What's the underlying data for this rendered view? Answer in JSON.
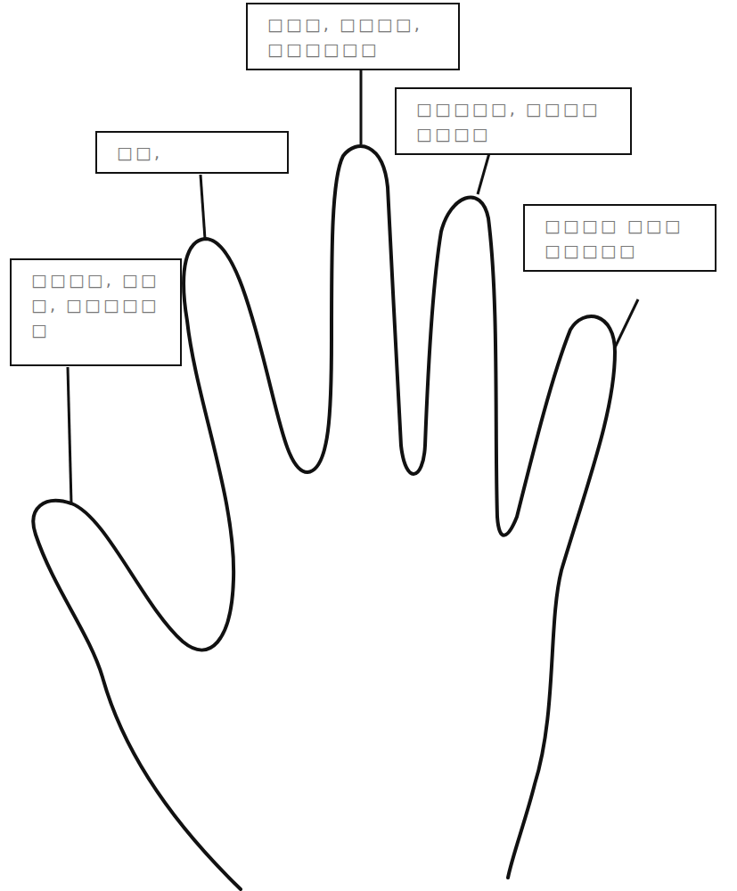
{
  "diagram": {
    "nodes": [
      {
        "text": [
          "□□□, □□□□, □□□□□□"
        ]
      },
      {
        "text": [
          "□□□□□, □□□□□□□□"
        ]
      },
      {
        "text": [
          "□□,"
        ]
      },
      {
        "text": [
          "□□□□ □□□□□□□□"
        ]
      },
      {
        "text": [
          "□□□□, □□□, □□□□□□"
        ]
      }
    ]
  }
}
